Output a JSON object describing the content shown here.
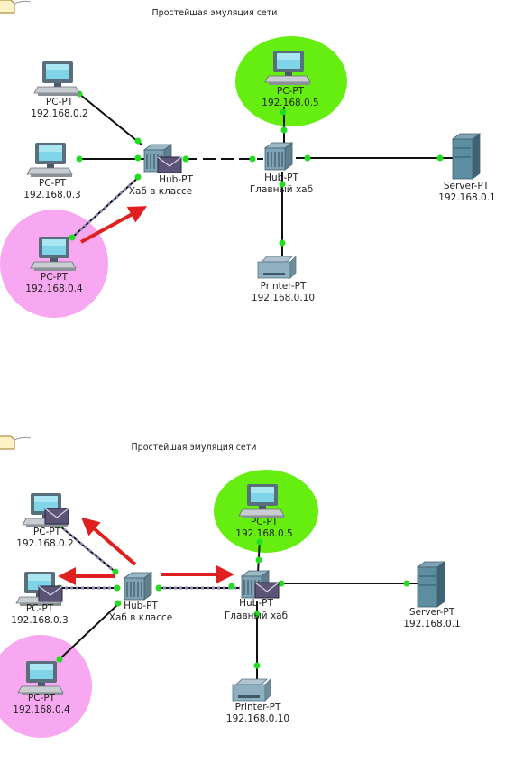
{
  "panels": [
    {
      "title": "Простейшая эмуляция сети",
      "nodes": {
        "pc2": {
          "type": "PC-PT",
          "ip": "192.168.0.2"
        },
        "pc3": {
          "type": "PC-PT",
          "ip": "192.168.0.3"
        },
        "pc4": {
          "type": "PC-PT",
          "ip": "192.168.0.4"
        },
        "hub1": {
          "type": "Hub-PT",
          "name": "Хаб в классе"
        },
        "hub2": {
          "type": "Hub-PT",
          "name": "Главный хаб"
        },
        "pc5": {
          "type": "PC-PT",
          "ip": "192.168.0.5"
        },
        "server": {
          "type": "Server-PT",
          "ip": "192.168.0.1"
        },
        "printer": {
          "type": "Printer-PT",
          "ip": "192.168.0.10"
        }
      }
    },
    {
      "title": "Простейшая эмуляция сети",
      "nodes": {
        "pc2": {
          "type": "PC-PT",
          "ip": "192.168.0.2"
        },
        "pc3": {
          "type": "PC-PT",
          "ip": "192.168.0.3"
        },
        "pc4": {
          "type": "PC-PT",
          "ip": "192.168.0.4"
        },
        "hub1": {
          "type": "Hub-PT",
          "name": "Хаб в классе"
        },
        "hub2": {
          "type": "Hub-PT",
          "name": "Главный хаб"
        },
        "pc5": {
          "type": "PC-PT",
          "ip": "192.168.0.5"
        },
        "server": {
          "type": "Server-PT",
          "ip": "192.168.0.1"
        },
        "printer": {
          "type": "Printer-PT",
          "ip": "192.168.0.10"
        }
      }
    }
  ],
  "colors": {
    "highlight_pink": "#f7a8f0",
    "highlight_green": "#66ee11",
    "link_dot": "#22dd22",
    "arrow": "#e02020",
    "cable": "#111111",
    "packet_trail": "#8888bb"
  }
}
